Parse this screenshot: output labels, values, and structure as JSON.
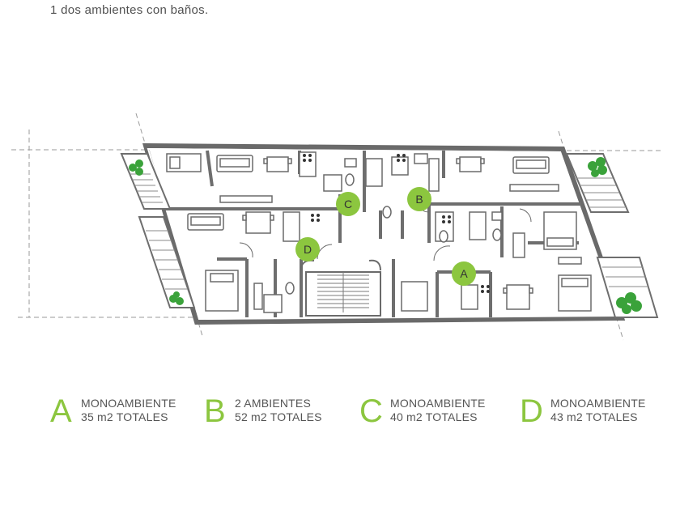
{
  "intro_text": "1 dos ambientes con baños.",
  "accent_color": "#8cc63f",
  "unit_tags": [
    "A",
    "B",
    "C",
    "D"
  ],
  "legend": [
    {
      "letter": "A",
      "line1": "MONOAMBIENTE",
      "line2": "35 m2 TOTALES"
    },
    {
      "letter": "B",
      "line1": "2 AMBIENTES",
      "line2": "52 m2 TOTALES"
    },
    {
      "letter": "C",
      "line1": "MONOAMBIENTE",
      "line2": "40 m2 TOTALES"
    },
    {
      "letter": "D",
      "line1": "MONOAMBIENTE",
      "line2": "43 m2 TOTALES"
    }
  ]
}
